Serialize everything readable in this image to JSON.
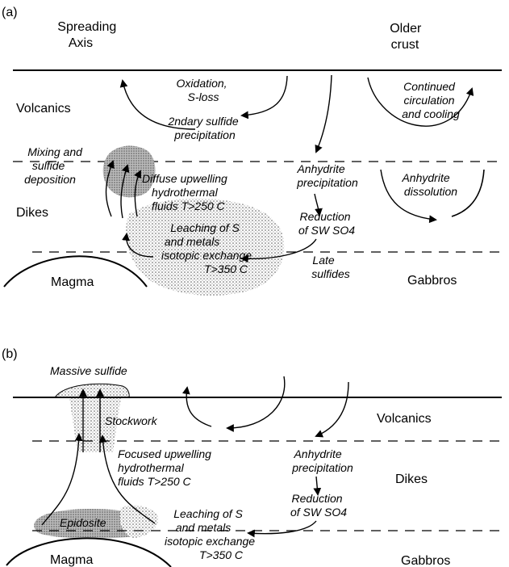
{
  "panel_a": {
    "label": "(a)",
    "spreading_axis": [
      "Spreading",
      "Axis"
    ],
    "older_crust": [
      "Older",
      "crust"
    ],
    "volcanics": "Volcanics",
    "dikes": "Dikes",
    "gabbros": "Gabbros",
    "magma": "Magma",
    "oxidation": [
      "Oxidation,",
      "S-loss"
    ],
    "secondary_sulfide": [
      "2ndary sulfide",
      "precipitation"
    ],
    "continued_circulation": [
      "Continued",
      "circulation",
      "and cooling"
    ],
    "mixing": [
      "Mixing and",
      "sulfide",
      "deposition"
    ],
    "diffuse_upwelling": [
      "Diffuse upwelling",
      "hydrothermal",
      "fluids T>250 C"
    ],
    "anhydrite_precipitation": [
      "Anhydrite",
      "precipitation"
    ],
    "anhydrite_dissolution": [
      "Anhydrite",
      "dissolution"
    ],
    "reduction": [
      "Reduction",
      "of SW SO4"
    ],
    "leaching": [
      "Leaching of S",
      "and metals",
      "isotopic exchange",
      "T>350 C"
    ],
    "late_sulfides": [
      "Late",
      "sulfides"
    ]
  },
  "panel_b": {
    "label": "(b)",
    "massive_sulfide": "Massive sulfide",
    "stockwork": "Stockwork",
    "volcanics": "Volcanics",
    "dikes": "Dikes",
    "gabbros": "Gabbros",
    "magma": "Magma",
    "epidosite": "Epidosite",
    "focused_upwelling": [
      "Focused upwelling",
      "hydrothermal",
      "fluids T>250 C"
    ],
    "anhydrite_precipitation": [
      "Anhydrite",
      "precipitation"
    ],
    "reduction": [
      "Reduction",
      "of SW SO4"
    ],
    "leaching": [
      "Leaching of S",
      "and metals",
      "isotopic exchange",
      "T>350 C"
    ]
  }
}
